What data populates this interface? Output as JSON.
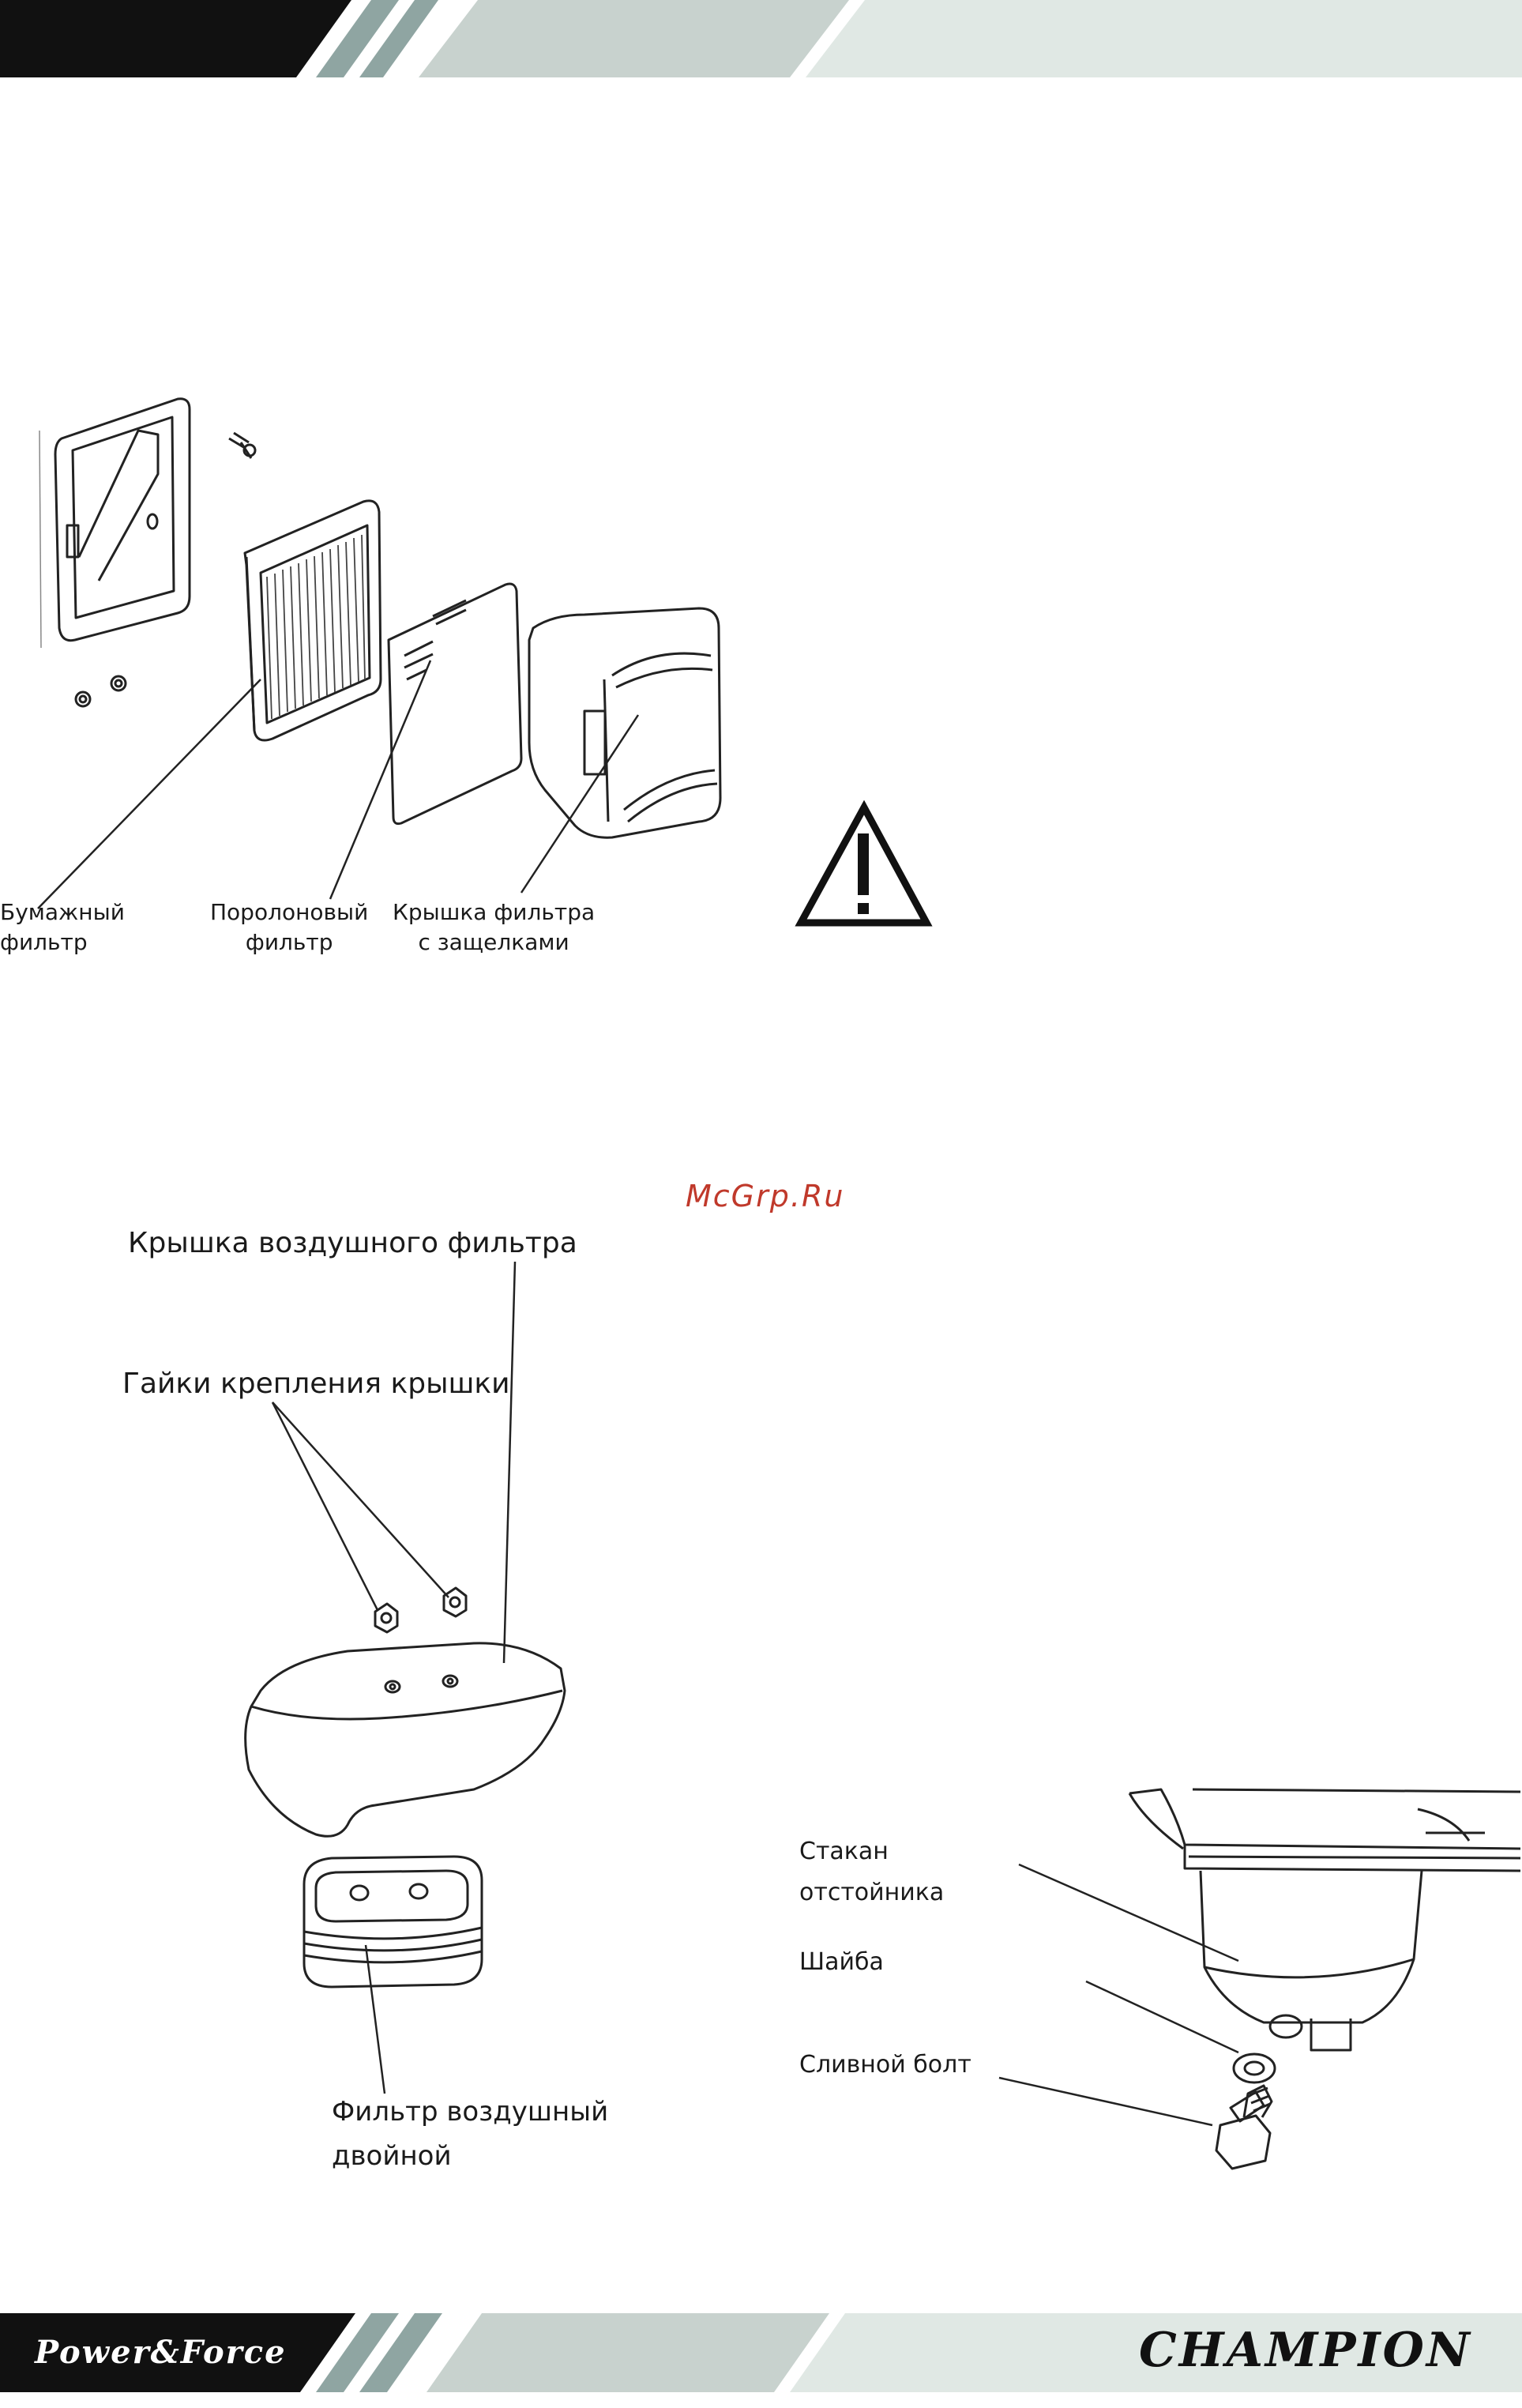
{
  "filter_diagram_1": {
    "paper_filter": [
      "Бумажный",
      "фильтр"
    ],
    "foam_filter": [
      "Поролоновый",
      "фильтр"
    ],
    "filter_cover": [
      "Крышка  фильтра",
      "с защелками"
    ]
  },
  "watermark": "McGrp.Ru",
  "filter_diagram_2": {
    "air_filter_cover": "Крышка  воздушного  фильтра",
    "cover_nuts": "Гайки  крепления  крышки",
    "dual_filter": [
      "Фильтр  воздушный",
      "двойной"
    ]
  },
  "sediment_diagram": {
    "cup": [
      "Стакан",
      "отстойника"
    ],
    "washer": "Шайба",
    "drain_bolt": "Сливной болт"
  },
  "footer": {
    "brand_left": "Power&Force",
    "brand_right": "CHAMPION"
  },
  "colors": {
    "black": "#111111",
    "teal_stripe": "#8fa5a2",
    "light_stripe": "#c8d2ce",
    "pale_stripe": "#e0e8e4",
    "watermark": "#c0392b"
  }
}
